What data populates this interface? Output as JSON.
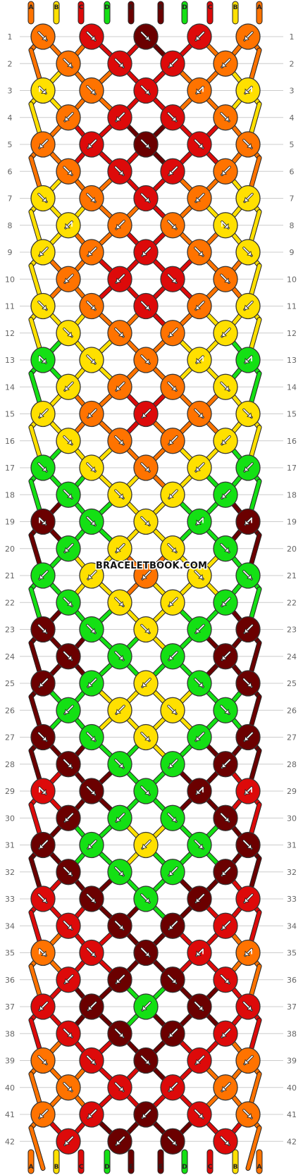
{
  "watermark": "BRACELETBOOK.COM",
  "strand_labels": [
    "A",
    "B",
    "C",
    "D",
    "E",
    "E",
    "D",
    "C",
    "B",
    "A"
  ],
  "colors": {
    "orange": "#ff7300",
    "yellow": "#ffe000",
    "red": "#dd0a0a",
    "dark_red": "#6b0000",
    "green": "#14e014",
    "outline": "#333333",
    "line": "#cccccc",
    "arrow": "#ffffff"
  },
  "strand_colors": [
    "orange",
    "yellow",
    "red",
    "green",
    "dark_red",
    "dark_red",
    "green",
    "red",
    "yellow",
    "orange"
  ],
  "rows": [
    {
      "n": 1,
      "knots": [
        [
          "orange",
          "r"
        ],
        [
          "red",
          "r"
        ],
        [
          "dark_red",
          "r"
        ],
        [
          "red",
          "l"
        ],
        [
          "orange",
          "l"
        ]
      ]
    },
    {
      "n": 2,
      "knots": [
        [
          "orange",
          "r"
        ],
        [
          "red",
          "r"
        ],
        [
          "red",
          "l"
        ],
        [
          "orange",
          "l"
        ]
      ]
    },
    {
      "n": 3,
      "knots": [
        [
          "yellow",
          "fr"
        ],
        [
          "orange",
          "r"
        ],
        [
          "red",
          "r"
        ],
        [
          "orange",
          "fl"
        ],
        [
          "yellow",
          "fl"
        ]
      ]
    },
    {
      "n": 4,
      "knots": [
        [
          "orange",
          "l"
        ],
        [
          "red",
          "l"
        ],
        [
          "red",
          "r"
        ],
        [
          "orange",
          "r"
        ]
      ]
    },
    {
      "n": 5,
      "knots": [
        [
          "orange",
          "l"
        ],
        [
          "red",
          "l"
        ],
        [
          "dark_red",
          "r"
        ],
        [
          "red",
          "r"
        ],
        [
          "orange",
          "r"
        ]
      ]
    },
    {
      "n": 6,
      "knots": [
        [
          "orange",
          "r"
        ],
        [
          "red",
          "r"
        ],
        [
          "red",
          "l"
        ],
        [
          "orange",
          "l"
        ]
      ]
    },
    {
      "n": 7,
      "knots": [
        [
          "yellow",
          "r"
        ],
        [
          "orange",
          "r"
        ],
        [
          "red",
          "r"
        ],
        [
          "orange",
          "l"
        ],
        [
          "yellow",
          "l"
        ]
      ]
    },
    {
      "n": 8,
      "knots": [
        [
          "yellow",
          "fl"
        ],
        [
          "orange",
          "l"
        ],
        [
          "orange",
          "r"
        ],
        [
          "yellow",
          "fr"
        ]
      ]
    },
    {
      "n": 9,
      "knots": [
        [
          "yellow",
          "l"
        ],
        [
          "orange",
          "l"
        ],
        [
          "red",
          "l"
        ],
        [
          "orange",
          "r"
        ],
        [
          "yellow",
          "r"
        ]
      ]
    },
    {
      "n": 10,
      "knots": [
        [
          "orange",
          "l"
        ],
        [
          "red",
          "l"
        ],
        [
          "red",
          "r"
        ],
        [
          "orange",
          "r"
        ]
      ]
    },
    {
      "n": 11,
      "knots": [
        [
          "yellow",
          "r"
        ],
        [
          "orange",
          "r"
        ],
        [
          "red",
          "r"
        ],
        [
          "orange",
          "l"
        ],
        [
          "yellow",
          "l"
        ]
      ]
    },
    {
      "n": 12,
      "knots": [
        [
          "yellow",
          "r"
        ],
        [
          "orange",
          "r"
        ],
        [
          "orange",
          "l"
        ],
        [
          "yellow",
          "l"
        ]
      ]
    },
    {
      "n": 13,
      "knots": [
        [
          "green",
          "fr"
        ],
        [
          "yellow",
          "r"
        ],
        [
          "orange",
          "r"
        ],
        [
          "yellow",
          "fl"
        ],
        [
          "green",
          "fl"
        ]
      ]
    },
    {
      "n": 14,
      "knots": [
        [
          "yellow",
          "l"
        ],
        [
          "orange",
          "l"
        ],
        [
          "orange",
          "r"
        ],
        [
          "yellow",
          "r"
        ]
      ]
    },
    {
      "n": 15,
      "knots": [
        [
          "yellow",
          "l"
        ],
        [
          "orange",
          "l"
        ],
        [
          "red",
          "l"
        ],
        [
          "orange",
          "r"
        ],
        [
          "yellow",
          "r"
        ]
      ]
    },
    {
      "n": 16,
      "knots": [
        [
          "yellow",
          "r"
        ],
        [
          "orange",
          "r"
        ],
        [
          "orange",
          "l"
        ],
        [
          "yellow",
          "l"
        ]
      ]
    },
    {
      "n": 17,
      "knots": [
        [
          "green",
          "r"
        ],
        [
          "yellow",
          "r"
        ],
        [
          "orange",
          "r"
        ],
        [
          "yellow",
          "l"
        ],
        [
          "green",
          "l"
        ]
      ]
    },
    {
      "n": 18,
      "knots": [
        [
          "green",
          "r"
        ],
        [
          "yellow",
          "r"
        ],
        [
          "yellow",
          "l"
        ],
        [
          "green",
          "l"
        ]
      ]
    },
    {
      "n": 19,
      "knots": [
        [
          "dark_red",
          "fr"
        ],
        [
          "green",
          "r"
        ],
        [
          "yellow",
          "r"
        ],
        [
          "green",
          "fl"
        ],
        [
          "dark_red",
          "fl"
        ]
      ]
    },
    {
      "n": 20,
      "knots": [
        [
          "green",
          "l"
        ],
        [
          "yellow",
          "l"
        ],
        [
          "yellow",
          "r"
        ],
        [
          "green",
          "r"
        ]
      ]
    },
    {
      "n": 21,
      "knots": [
        [
          "green",
          "l"
        ],
        [
          "yellow",
          "l"
        ],
        [
          "orange",
          "l"
        ],
        [
          "yellow",
          "r"
        ],
        [
          "green",
          "r"
        ]
      ]
    },
    {
      "n": 22,
      "knots": [
        [
          "green",
          "r"
        ],
        [
          "yellow",
          "r"
        ],
        [
          "yellow",
          "l"
        ],
        [
          "green",
          "l"
        ]
      ]
    },
    {
      "n": 23,
      "knots": [
        [
          "dark_red",
          "r"
        ],
        [
          "green",
          "r"
        ],
        [
          "yellow",
          "r"
        ],
        [
          "green",
          "l"
        ],
        [
          "dark_red",
          "l"
        ]
      ]
    },
    {
      "n": 24,
      "knots": [
        [
          "dark_red",
          "r"
        ],
        [
          "green",
          "r"
        ],
        [
          "green",
          "l"
        ],
        [
          "dark_red",
          "l"
        ]
      ]
    },
    {
      "n": 25,
      "knots": [
        [
          "dark_red",
          "l"
        ],
        [
          "green",
          "l"
        ],
        [
          "yellow",
          "l"
        ],
        [
          "green",
          "r"
        ],
        [
          "dark_red",
          "r"
        ]
      ]
    },
    {
      "n": 26,
      "knots": [
        [
          "green",
          "l"
        ],
        [
          "yellow",
          "l"
        ],
        [
          "yellow",
          "r"
        ],
        [
          "green",
          "r"
        ]
      ]
    },
    {
      "n": 27,
      "knots": [
        [
          "dark_red",
          "r"
        ],
        [
          "green",
          "r"
        ],
        [
          "yellow",
          "r"
        ],
        [
          "green",
          "l"
        ],
        [
          "dark_red",
          "l"
        ]
      ]
    },
    {
      "n": 28,
      "knots": [
        [
          "dark_red",
          "r"
        ],
        [
          "green",
          "r"
        ],
        [
          "green",
          "l"
        ],
        [
          "dark_red",
          "l"
        ]
      ]
    },
    {
      "n": 29,
      "knots": [
        [
          "red",
          "fr"
        ],
        [
          "dark_red",
          "r"
        ],
        [
          "green",
          "r"
        ],
        [
          "dark_red",
          "fl"
        ],
        [
          "red",
          "fl"
        ]
      ]
    },
    {
      "n": 30,
      "knots": [
        [
          "dark_red",
          "l"
        ],
        [
          "green",
          "l"
        ],
        [
          "green",
          "r"
        ],
        [
          "dark_red",
          "r"
        ]
      ]
    },
    {
      "n": 31,
      "knots": [
        [
          "dark_red",
          "l"
        ],
        [
          "green",
          "l"
        ],
        [
          "yellow",
          "l"
        ],
        [
          "green",
          "r"
        ],
        [
          "dark_red",
          "r"
        ]
      ]
    },
    {
      "n": 32,
      "knots": [
        [
          "dark_red",
          "r"
        ],
        [
          "green",
          "r"
        ],
        [
          "green",
          "l"
        ],
        [
          "dark_red",
          "l"
        ]
      ]
    },
    {
      "n": 33,
      "knots": [
        [
          "red",
          "r"
        ],
        [
          "dark_red",
          "r"
        ],
        [
          "green",
          "r"
        ],
        [
          "dark_red",
          "l"
        ],
        [
          "red",
          "l"
        ]
      ]
    },
    {
      "n": 34,
      "knots": [
        [
          "red",
          "r"
        ],
        [
          "dark_red",
          "r"
        ],
        [
          "dark_red",
          "l"
        ],
        [
          "red",
          "l"
        ]
      ]
    },
    {
      "n": 35,
      "knots": [
        [
          "orange",
          "fr"
        ],
        [
          "red",
          "r"
        ],
        [
          "dark_red",
          "r"
        ],
        [
          "red",
          "fl"
        ],
        [
          "orange",
          "fl"
        ]
      ]
    },
    {
      "n": 36,
      "knots": [
        [
          "red",
          "l"
        ],
        [
          "dark_red",
          "l"
        ],
        [
          "dark_red",
          "r"
        ],
        [
          "red",
          "r"
        ]
      ]
    },
    {
      "n": 37,
      "knots": [
        [
          "red",
          "l"
        ],
        [
          "dark_red",
          "l"
        ],
        [
          "green",
          "l"
        ],
        [
          "dark_red",
          "r"
        ],
        [
          "red",
          "r"
        ]
      ]
    },
    {
      "n": 38,
      "knots": [
        [
          "red",
          "r"
        ],
        [
          "dark_red",
          "r"
        ],
        [
          "dark_red",
          "l"
        ],
        [
          "red",
          "l"
        ]
      ]
    },
    {
      "n": 39,
      "knots": [
        [
          "orange",
          "r"
        ],
        [
          "red",
          "r"
        ],
        [
          "dark_red",
          "r"
        ],
        [
          "red",
          "l"
        ],
        [
          "orange",
          "l"
        ]
      ]
    },
    {
      "n": 40,
      "knots": [
        [
          "orange",
          "r"
        ],
        [
          "red",
          "r"
        ],
        [
          "red",
          "l"
        ],
        [
          "orange",
          "l"
        ]
      ]
    },
    {
      "n": 41,
      "knots": [
        [
          "orange",
          "l"
        ],
        [
          "red",
          "l"
        ],
        [
          "dark_red",
          "l"
        ],
        [
          "red",
          "r"
        ],
        [
          "orange",
          "r"
        ]
      ]
    },
    {
      "n": 42,
      "knots": [
        [
          "red",
          "l"
        ],
        [
          "dark_red",
          "l"
        ],
        [
          "dark_red",
          "r"
        ],
        [
          "red",
          "r"
        ]
      ]
    }
  ],
  "end_colors": [
    "orange",
    "yellow",
    "red",
    "green",
    "dark_red",
    "dark_red",
    "green",
    "red",
    "yellow",
    "orange"
  ]
}
